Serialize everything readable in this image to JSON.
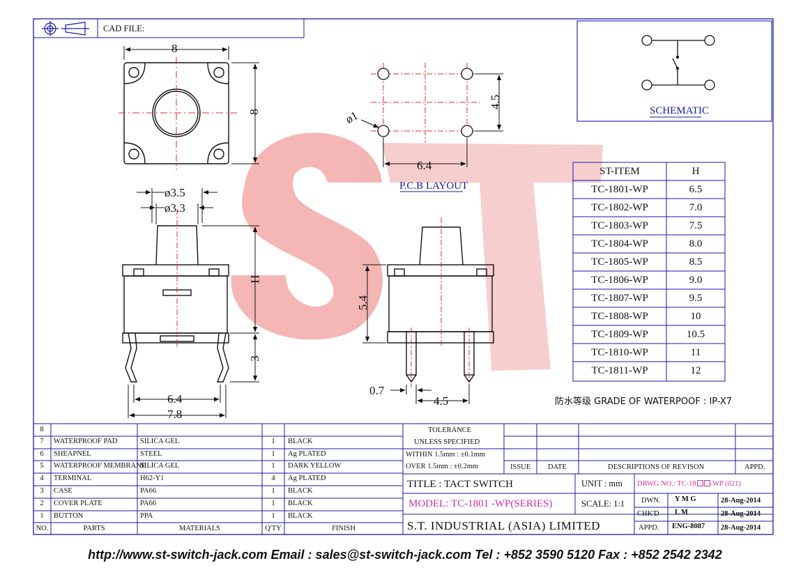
{
  "header": {
    "cad_label": "CAD FILE:"
  },
  "schematic": {
    "label": "SCHEMATIC"
  },
  "top_view": {
    "width_dim": "8",
    "height_dim": "8"
  },
  "pcb": {
    "label": "P.C.B LAYOUT",
    "hole_dia": "ø1",
    "pitch_x": "6.4",
    "pitch_y": "4.5"
  },
  "front_view": {
    "d_outer": "ø3.5",
    "d_inner": "ø3.3",
    "height_label": "H",
    "pin_len": "3",
    "pin_pitch": "6.4",
    "overall": "7.8"
  },
  "side_view": {
    "body_h": "5.4",
    "pin_w": "0.7",
    "pin_pitch": "4.5"
  },
  "waterproof": "防水等级 GRADE OF WATERPOOF : IP-X7",
  "st_table": {
    "headers": [
      "ST-ITEM",
      "H"
    ],
    "rows": [
      [
        "TC-1801-WP",
        "6.5"
      ],
      [
        "TC-1802-WP",
        "7.0"
      ],
      [
        "TC-1803-WP",
        "7.5"
      ],
      [
        "TC-1804-WP",
        "8.0"
      ],
      [
        "TC-1805-WP",
        "8.5"
      ],
      [
        "TC-1806-WP",
        "9.0"
      ],
      [
        "TC-1807-WP",
        "9.5"
      ],
      [
        "TC-1808-WP",
        "10"
      ],
      [
        "TC-1809-WP",
        "10.5"
      ],
      [
        "TC-1810-WP",
        "11"
      ],
      [
        "TC-1811-WP",
        "12"
      ]
    ]
  },
  "bom": {
    "headers": [
      "NO.",
      "PARTS",
      "MATERIALS",
      "Q'TY",
      "FINISH"
    ],
    "rows": [
      [
        "8",
        "",
        "",
        "",
        ""
      ],
      [
        "7",
        "WATERPROOF PAD",
        "SILICA GEL",
        "1",
        "BLACK"
      ],
      [
        "6",
        "SHEAPNEL",
        "STEEL",
        "1",
        "Ag PLATED"
      ],
      [
        "5",
        "WATERPROOF MEMBRANE",
        "SILICA GEL",
        "1",
        "DARK YELLOW"
      ],
      [
        "4",
        "TERMINAL",
        "H62-Y1",
        "4",
        "Ag PLATED"
      ],
      [
        "3",
        "CASE",
        "PA66",
        "1",
        "BLACK"
      ],
      [
        "2",
        "COVER PLATE",
        "PA66",
        "1",
        "BLACK"
      ],
      [
        "1",
        "BUTTON",
        "PPA",
        "1",
        "BLACK"
      ]
    ]
  },
  "tolerance": {
    "title": "TOLERANCE",
    "subtitle": "UNLESS  SPECIFIED",
    "within": "WITHIN 1.5mm : ±0.1mm",
    "over": "OVER    1.5mm : ±0.2mm"
  },
  "revision": {
    "issue": "ISSUE",
    "date": "DATE",
    "desc": "DESCRIPTIONS  OF  REVISON",
    "appd": "APPD."
  },
  "title_block": {
    "title": "TITLE : TACT SWITCH",
    "unit": "UNIT :   mm",
    "drwg_prefix": "DRWG NO.: TC-18",
    "drwg_suffix": "-WP (021)",
    "model": "MODEL: TC-1801 -WP(SERIES)",
    "scale": "SCALE:  1:1",
    "company": "S.T.  INDUSTRIAL  (ASIA)  LIMITED",
    "dwn": "DWN.",
    "dwn_by": "Y M G",
    "dwn_date": "28-Aug-2014",
    "chkd": "CHK'D",
    "chkd_by": "L M",
    "chkd_date": "28-Aug-2014",
    "appd": "APPD.",
    "appd_by": "ENG-8087",
    "appd_date": "28-Aug-2014"
  },
  "footer": "http://www.st-switch-jack.com  Email : sales@st-switch-jack.com  Tel : +852 3590 5120  Fax : +852 2542 2342"
}
